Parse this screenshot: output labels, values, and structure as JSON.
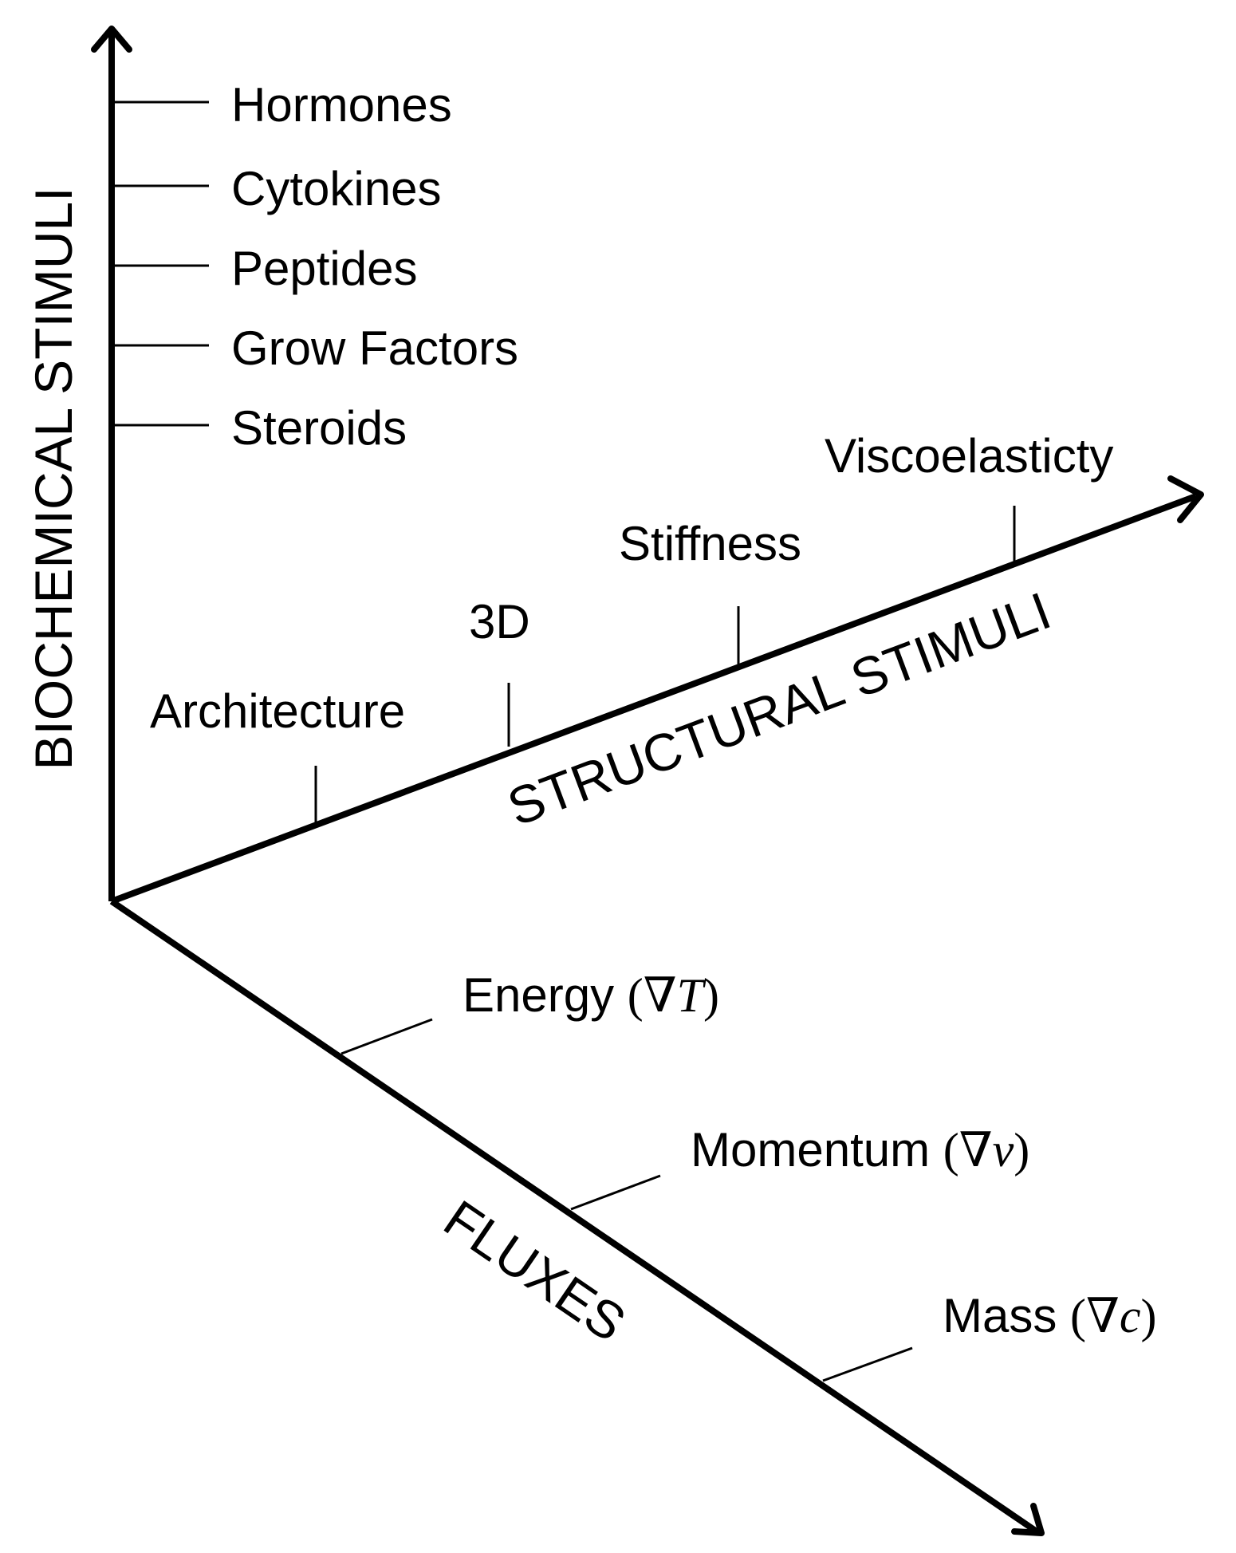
{
  "axes": {
    "biochemical": {
      "title": "BIOCHEMICAL STIMULI",
      "items": [
        "Hormones",
        "Cytokines",
        "Peptides",
        "Grow Factors",
        "Steroids"
      ]
    },
    "structural": {
      "title": "STRUCTURAL STIMULI",
      "items": [
        "Architecture",
        "3D",
        "Stiffness",
        "Viscoelasticty"
      ]
    },
    "fluxes": {
      "title": "FLUXES",
      "items": [
        {
          "name": "Energy",
          "open": "(",
          "symbol": "∇T",
          "close": ")"
        },
        {
          "name": "Momentum",
          "open": "(",
          "symbol": "∇v",
          "close": ")"
        },
        {
          "name": "Mass",
          "open": "(",
          "symbol": "∇c",
          "close": ")"
        }
      ]
    }
  },
  "colors": {
    "ink": "#000000",
    "background": "#ffffff"
  }
}
